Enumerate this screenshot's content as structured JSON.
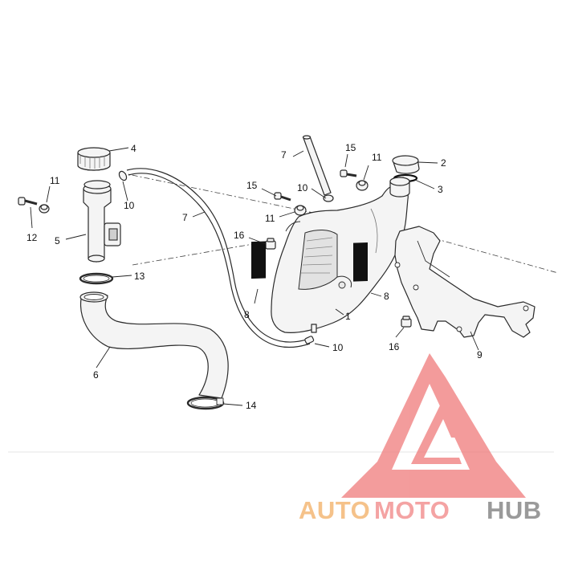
{
  "callouts": [
    {
      "id": "c1",
      "text": "1"
    },
    {
      "id": "c2",
      "text": "2"
    },
    {
      "id": "c3",
      "text": "3"
    },
    {
      "id": "c4",
      "text": "4"
    },
    {
      "id": "c5",
      "text": "5"
    },
    {
      "id": "c6",
      "text": "6"
    },
    {
      "id": "c7a",
      "text": "7"
    },
    {
      "id": "c7b",
      "text": "7"
    },
    {
      "id": "c8a",
      "text": "8"
    },
    {
      "id": "c8b",
      "text": "8"
    },
    {
      "id": "c9",
      "text": "9"
    },
    {
      "id": "c10a",
      "text": "10"
    },
    {
      "id": "c10b",
      "text": "10"
    },
    {
      "id": "c10c",
      "text": "10"
    },
    {
      "id": "c11a",
      "text": "11"
    },
    {
      "id": "c11b",
      "text": "11"
    },
    {
      "id": "c11c",
      "text": "11"
    },
    {
      "id": "c12",
      "text": "12"
    },
    {
      "id": "c13",
      "text": "13"
    },
    {
      "id": "c14",
      "text": "14"
    },
    {
      "id": "c15a",
      "text": "15"
    },
    {
      "id": "c15b",
      "text": "15"
    },
    {
      "id": "c16a",
      "text": "16"
    },
    {
      "id": "c16b",
      "text": "16"
    }
  ],
  "watermark": {
    "part1": "AUTO",
    "part2": "MOTO",
    "part3": "HUB",
    "color1": "#f5c28a",
    "color2": "#f4a3a3",
    "color3": "#9a9a9a",
    "logo_color": "#f08080"
  }
}
